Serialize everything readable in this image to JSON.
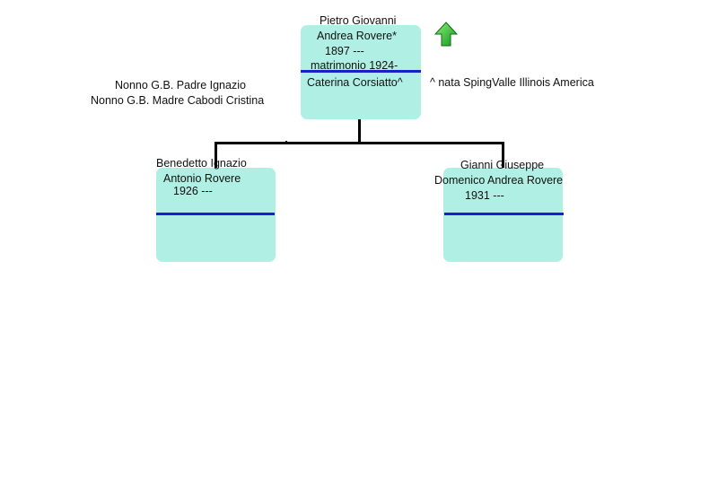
{
  "colors": {
    "box_fill": "#b0efe4",
    "divider": "#1a1fc8",
    "connector": "#000000",
    "arrow": "#22b42a"
  },
  "root": {
    "name_line1": "Pietro Giovanni",
    "name_line2": "Andrea Rovere*",
    "born": "1897 ---",
    "marriage": "matrimonio 1924-",
    "spouse": "Caterina Corsiatto^",
    "spouse_note": "^ nata SpingValle Illinois America"
  },
  "parents_note": {
    "father": "Nonno G.B. Padre Ignazio",
    "mother": "Nonno G.B. Madre Cabodi Cristina"
  },
  "nav": {
    "up_icon": "up-arrow-icon"
  },
  "children": [
    {
      "name_line1": "Benedetto Ignazio",
      "name_line2": "Antonio Rovere",
      "born": "1926 ---"
    },
    {
      "name_line1": "Gianni Giuseppe",
      "name_line2": "Domenico Andrea Rovere",
      "born": "1931 ---"
    }
  ]
}
